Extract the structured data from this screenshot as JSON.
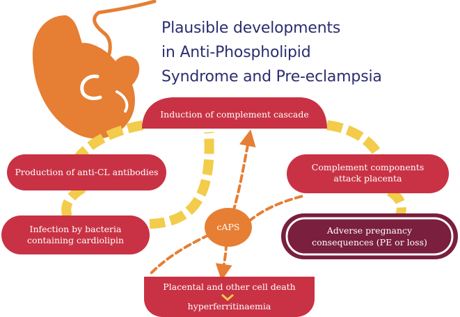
{
  "title": {
    "line1": "Plausible developments",
    "line2": "in Anti-Phospholipid",
    "line3": "Syndrome and Pre-eclampsia"
  },
  "nodes": {
    "complement_cascade": "Induction of complement cascade",
    "anti_cl": "Production of anti-CL antibodies",
    "attack_line1": "Complement components",
    "attack_line2": "attack placenta",
    "infection_line1": "Infection by bacteria",
    "infection_line2": "containing cardiolipin",
    "adverse_line1": "Adverse pregnancy",
    "adverse_line2": "consequences (PE or loss)",
    "cell_death_line1": "Placental and other cell death",
    "cell_death_line2": "hyperferritinaemia",
    "caps": "cAPS"
  },
  "colors": {
    "title": "#2a2e6e",
    "box_red": "#c93244",
    "box_dark": "#7a1f3d",
    "orange": "#e67e33",
    "yellow_arrow": "#f2cc4a",
    "embryo": "#e67e33"
  },
  "icons": {
    "embryo": "embryo-icon"
  }
}
